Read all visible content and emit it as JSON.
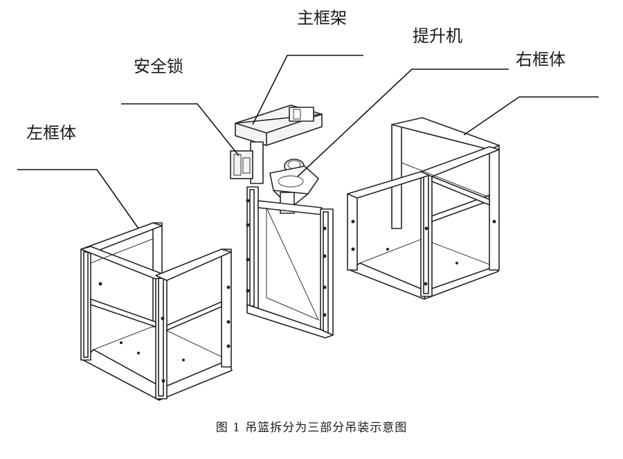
{
  "labels": {
    "main_frame": "主框架",
    "safety_lock": "安全锁",
    "hoist": "提升机",
    "right_frame": "右框体",
    "left_frame": "左框体"
  },
  "caption": "图 1 吊篮拆分为三部分吊装示意图"
}
